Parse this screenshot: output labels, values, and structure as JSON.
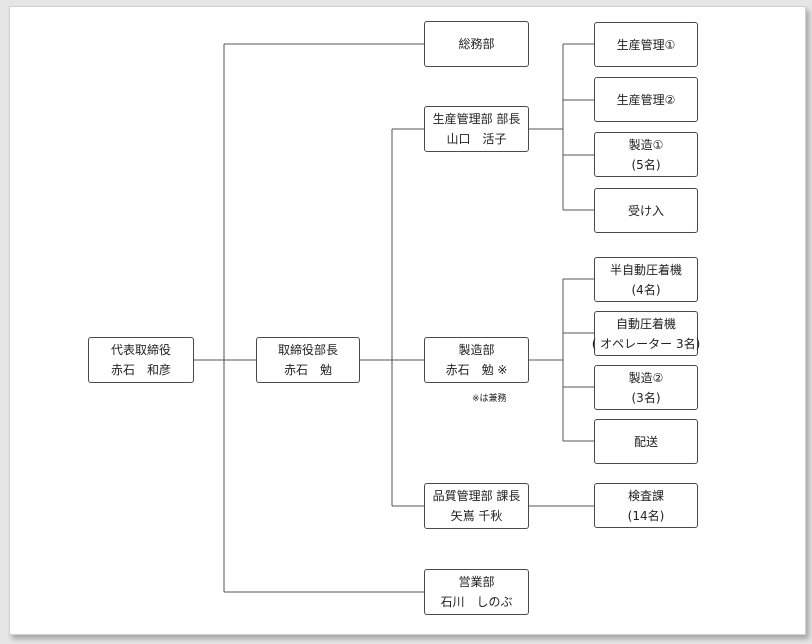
{
  "org_chart": {
    "ceo": {
      "line1": "代表取締役",
      "line2": "赤石　和彦"
    },
    "director": {
      "line1": "取締役部長",
      "line2": "赤石　勉"
    },
    "general_affairs": {
      "line1": "総務部"
    },
    "production_management": {
      "line1": "生産管理部 部長",
      "line2": "山口　活子"
    },
    "manufacturing": {
      "line1": "製造部",
      "line2": "赤石　勉 ※",
      "note": "※は兼務"
    },
    "quality_management": {
      "line1": "品質管理部 課長",
      "line2": "矢嶌 千秋"
    },
    "sales": {
      "line1": "営業部",
      "line2": "石川　しのぶ"
    },
    "production_units": [
      {
        "line1": "生産管理①"
      },
      {
        "line1": "生産管理②"
      },
      {
        "line1": "製造①",
        "line2": "(5名)"
      },
      {
        "line1": "受け入"
      }
    ],
    "manufacturing_units": [
      {
        "line1": "半自動圧着機",
        "line2": "(4名)"
      },
      {
        "line1": "自動圧着機",
        "line2": "( オペレーター 3名)"
      },
      {
        "line1": "製造②",
        "line2": "(3名)"
      },
      {
        "line1": "配送"
      }
    ],
    "quality_units": [
      {
        "line1": "検査課",
        "line2": "(14名)"
      }
    ]
  }
}
